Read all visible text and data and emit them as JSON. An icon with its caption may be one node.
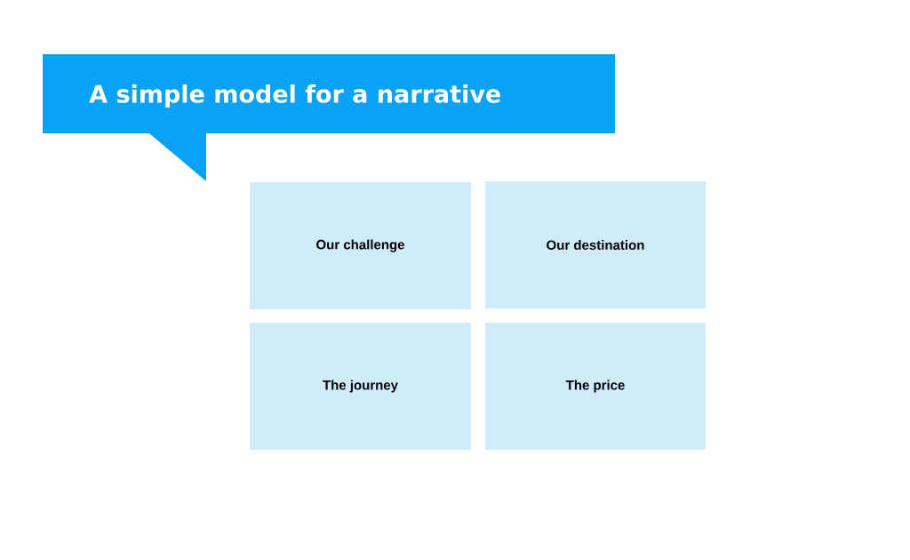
{
  "diagram": {
    "title": "A simple model for a narrative",
    "nodes": [
      {
        "text": [
          "Our challenge"
        ]
      },
      {
        "text": [
          "Our destination"
        ]
      },
      {
        "text": [
          "The journey"
        ]
      },
      {
        "text": [
          "The price"
        ]
      }
    ]
  }
}
